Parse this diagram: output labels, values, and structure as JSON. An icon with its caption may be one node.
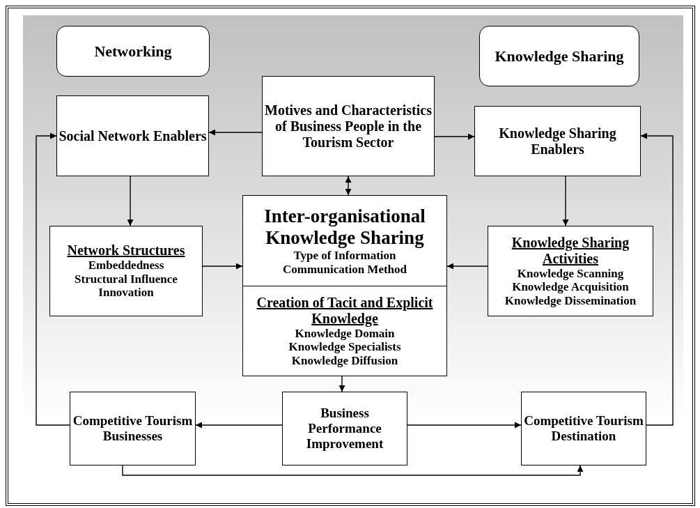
{
  "diagram": {
    "nodes": [
      {
        "text": [
          "Networking"
        ]
      },
      {
        "text": [
          "Knowledge Sharing"
        ]
      },
      {
        "text": [
          "Social Network Enablers"
        ]
      },
      {
        "text": [
          "Motives and Characteristics of Business People in the Tourism Sector"
        ]
      },
      {
        "text": [
          "Knowledge Sharing Enablers"
        ]
      },
      {
        "text": [
          "Network Structures",
          "Embeddedness",
          "Structural Influence",
          "Innovation"
        ]
      },
      {
        "text": [
          "Inter-organisational Knowledge Sharing",
          "Type of Information",
          "Communication Method"
        ]
      },
      {
        "text": [
          "Creation of Tacit and Explicit Knowledge",
          "Knowledge Domain",
          "Knowledge Specialists",
          "Knowledge Diffusion"
        ]
      },
      {
        "text": [
          "Knowledge Sharing Activities",
          "Knowledge Scanning",
          "Knowledge Acquisition",
          "Knowledge Dissemination"
        ]
      },
      {
        "text": [
          "Competitive Tourism Businesses"
        ]
      },
      {
        "text": [
          "Business Performance Improvement"
        ]
      },
      {
        "text": [
          "Competitive Tourism Destination"
        ]
      }
    ],
    "edges": [
      {
        "from": 3,
        "to": 2,
        "arrow": "to"
      },
      {
        "from": 3,
        "to": 4,
        "arrow": "to"
      },
      {
        "from": 3,
        "to": 6,
        "arrow": "both"
      },
      {
        "from": 2,
        "to": 5,
        "arrow": "to"
      },
      {
        "from": 4,
        "to": 8,
        "arrow": "to"
      },
      {
        "from": 5,
        "to": 6,
        "arrow": "to"
      },
      {
        "from": 8,
        "to": 6,
        "arrow": "to"
      },
      {
        "from": 7,
        "to": 10,
        "arrow": "to"
      },
      {
        "from": 10,
        "to": 9,
        "arrow": "to"
      },
      {
        "from": 10,
        "to": 11,
        "arrow": "to"
      },
      {
        "from": 9,
        "to": 2,
        "arrow": "to"
      },
      {
        "from": 11,
        "to": 4,
        "arrow": "to"
      },
      {
        "from": 9,
        "to": 11,
        "arrow": "to"
      }
    ]
  }
}
